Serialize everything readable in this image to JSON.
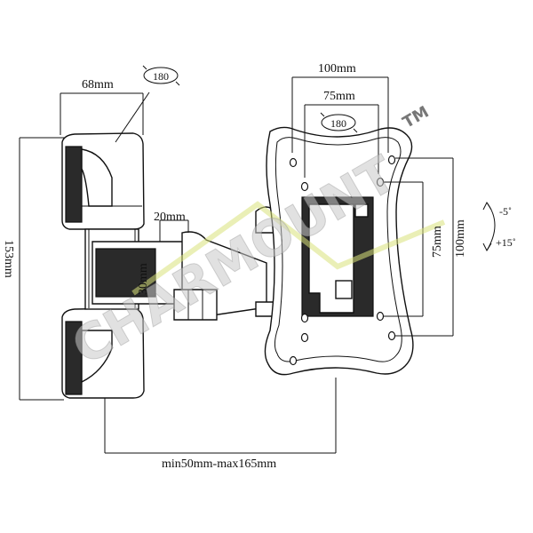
{
  "dimensions": {
    "arm_width": "68mm",
    "rotation_arm": "180",
    "plate_outer_width": "100mm",
    "plate_inner_width": "75mm",
    "rotation_plate": "180",
    "tube_width": "20mm",
    "tube_height": "30mm",
    "total_height": "153mm",
    "vesa_inner_height": "75mm",
    "vesa_outer_height": "100mm",
    "tilt_up": "-5˚",
    "tilt_down": "+15˚",
    "extension": "min50mm-max165mm"
  },
  "watermark": {
    "text": "CHARMOUNT",
    "trademark": "TM"
  }
}
